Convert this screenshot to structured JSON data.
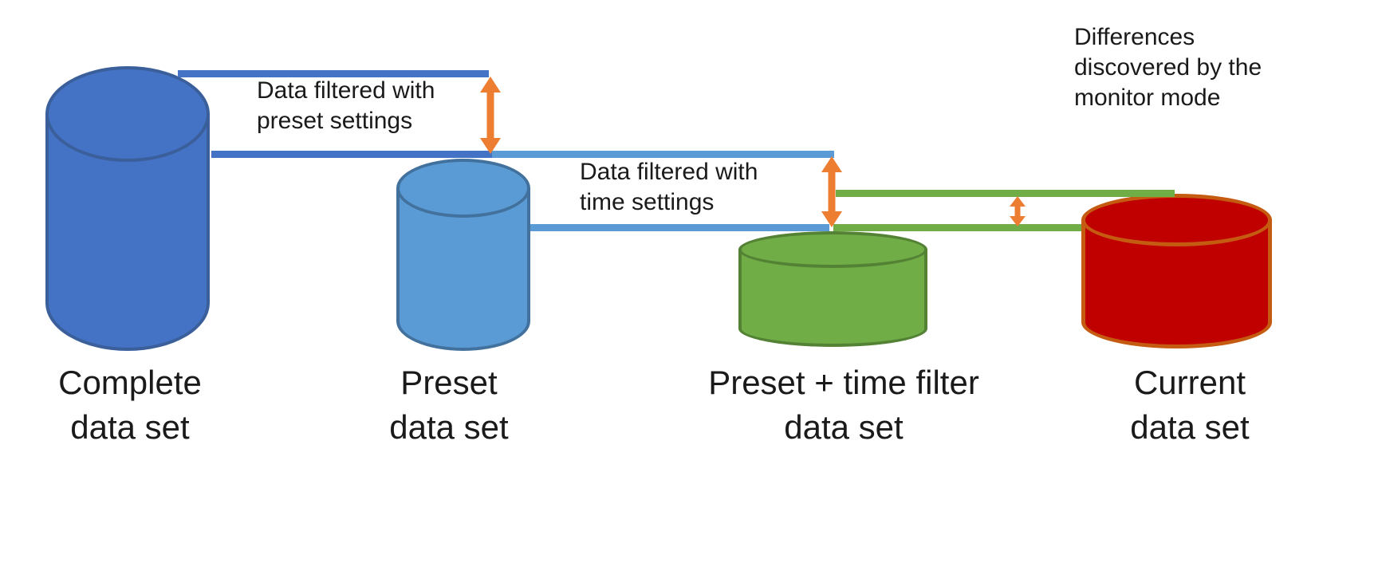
{
  "colors": {
    "background": "#ffffff",
    "text": "#1a1a1a",
    "dark_blue_fill": "#4472C4",
    "dark_blue_stroke": "#3A5F9B",
    "light_blue_fill": "#5B9BD5",
    "light_blue_stroke": "#41719C",
    "green_fill": "#70AD47",
    "green_stroke": "#548235",
    "red_fill": "#C00000",
    "red_stroke": "#C55A11",
    "orange_arrow": "#ED7D31"
  },
  "cylinders": {
    "complete": {
      "label": "Complete\ndata set"
    },
    "preset": {
      "label": "Preset\ndata set"
    },
    "preset_time": {
      "label": "Preset + time filter\ndata set"
    },
    "current": {
      "label": "Current\ndata set"
    }
  },
  "annotations": {
    "preset_filter": "Data filtered with\npreset settings",
    "time_filter": "Data filtered with\ntime settings",
    "monitor_mode": "Differences\ndiscovered by the\nmonitor mode"
  }
}
